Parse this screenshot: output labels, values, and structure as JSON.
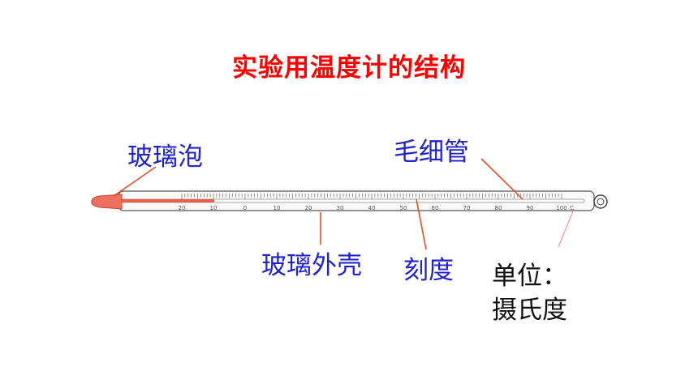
{
  "title": "实验用温度计的结构",
  "labels": {
    "bulb": "玻璃泡",
    "capillary": "毛细管",
    "shell": "玻璃外壳",
    "scale": "刻度",
    "unit_line1": "单位：",
    "unit_line2": "摄氏度"
  },
  "scale": {
    "numbers": [
      "20",
      "10",
      "0",
      "10",
      "20",
      "30",
      "40",
      "50",
      "60",
      "70",
      "80",
      "90",
      "100"
    ],
    "unit_symbol": "C"
  },
  "colors": {
    "title": "#ff0000",
    "label": "#2222cc",
    "leader_line": "#e05020",
    "bulb": "#f07060",
    "liquid": "#e8604a"
  }
}
